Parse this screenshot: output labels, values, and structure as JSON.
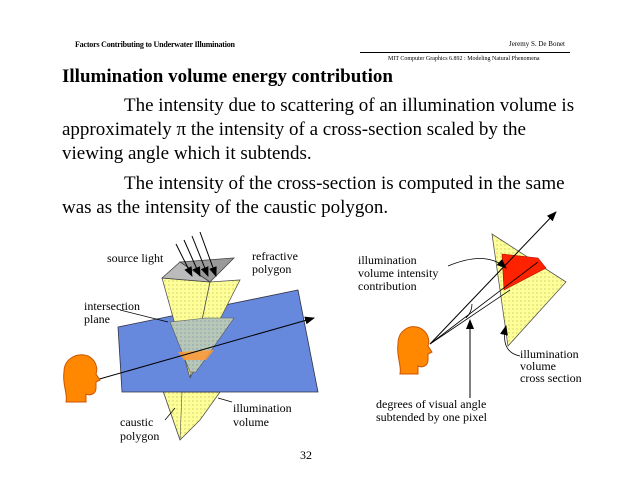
{
  "header": {
    "left_title": "Factors Contributing to Underwater Illumination",
    "author": "Jeremy S. De Bonet",
    "course": "MIT Computer Graphics 6.892 : Modeling Natural Phenomena"
  },
  "slide": {
    "title": "Illumination volume energy contribution",
    "para1_before": "The intensity due to scattering of an illumination volume is approximately ",
    "para1_pi": "π",
    "para1_after": " the intensity of a cross-section scaled by the viewing angle which it subtends.",
    "para2": "The intensity of the cross-section is computed in the same was as the intensity of the caustic polygon.",
    "page_number": "32"
  },
  "left_diagram": {
    "source_light": "source light",
    "refractive_polygon_1": "refractive",
    "refractive_polygon_2": "polygon",
    "intersection_plane_1": "intersection",
    "intersection_plane_2": "plane",
    "caustic_polygon_1": "caustic",
    "caustic_polygon_2": "polygon",
    "illumination_volume_1": "illumination",
    "illumination_volume_2": "volume"
  },
  "right_diagram": {
    "intensity_contribution_1": "illumination",
    "intensity_contribution_2": "volume intensity",
    "intensity_contribution_3": "contribution",
    "cross_section_1": "illumination",
    "cross_section_2": "volume",
    "cross_section_3": "cross section",
    "visual_angle_1": "degrees of visual angle",
    "visual_angle_2": "subtended by one pixel"
  },
  "colors": {
    "plane_blue": "#6688dd",
    "volume_yellow": "#ffff99",
    "pixel_red": "#ff2200",
    "head_orange": "#ff8800",
    "refractive_gray": "#999999"
  },
  "icons": [
    "head-icon",
    "light-ray-arrow-icon"
  ]
}
